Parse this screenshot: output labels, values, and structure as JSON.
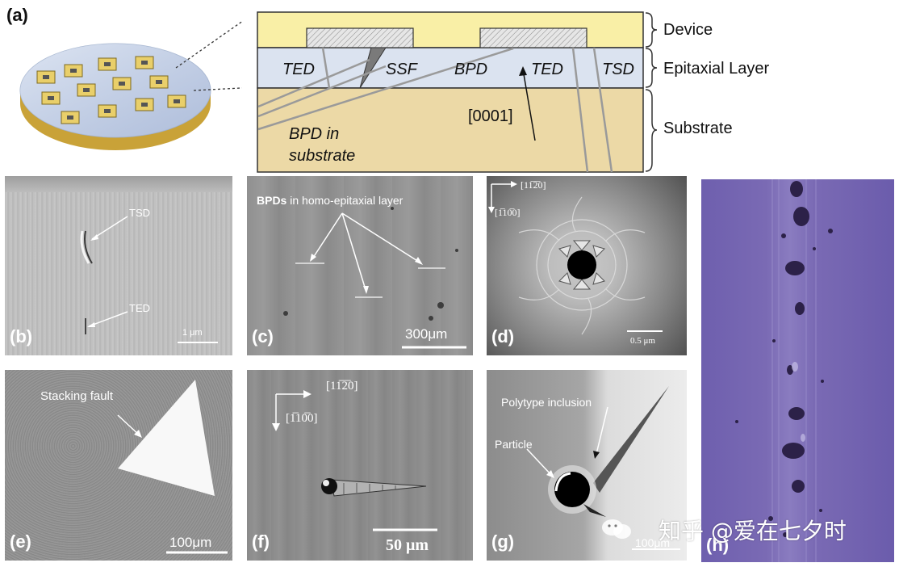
{
  "panel_a": {
    "label": "(a)",
    "schematic_labels": {
      "ted1": "TED",
      "ssf": "SSF",
      "bpd": "BPD",
      "ted2": "TED",
      "tsd": "TSD",
      "direction": "[0001]",
      "bpd_sub_1": "BPD in",
      "bpd_sub_2": "substrate"
    },
    "layer_labels": {
      "device": "Device",
      "epi": "Epitaxial Layer",
      "substrate": "Substrate"
    }
  },
  "panel_b": {
    "label": "(b)",
    "annotations": [
      "TSD",
      "TED"
    ],
    "scale": "1 μm"
  },
  "panel_c": {
    "label": "(c)",
    "title_bold": "BPDs",
    "title_rest": " in homo-epitaxial layer",
    "scale": "300μm"
  },
  "panel_d": {
    "label": "(d)",
    "axis_x": "[11̅2̅0]",
    "axis_y": "[1̅10̅0]",
    "scale": "0.5 μm"
  },
  "panel_e": {
    "label": "(e)",
    "annotation": "Stacking fault",
    "scale": "100μm"
  },
  "panel_f": {
    "label": "(f)",
    "axis_x": "[11̅2̅0]",
    "axis_y": "[1̅10̅0]",
    "scale": "50 μm"
  },
  "panel_g": {
    "label": "(g)",
    "annotations": [
      "Polytype inclusion",
      "Particle"
    ],
    "scale": "100μm"
  },
  "panel_h": {
    "label": "(h)"
  },
  "watermark": {
    "text": "知乎 @爱在七夕时"
  },
  "colors": {
    "device": "#f9efa6",
    "epi": "#dbe3f0",
    "substrate": "#ecd9a6",
    "wafer_top": "#c7d3e8",
    "wafer_edge": "#d6b24a",
    "optical_purple": "#7a6ab4"
  }
}
